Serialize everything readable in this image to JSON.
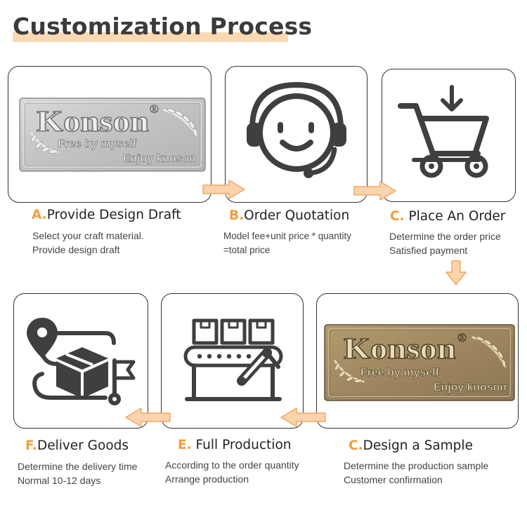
{
  "page": {
    "title": "Customization Process"
  },
  "plates": {
    "brand": "Konson",
    "reg_mark": "®",
    "line1": "Free by myself",
    "line2": "Enjoy knoson"
  },
  "steps": [
    {
      "letter": "A.",
      "title": "Provide Design Draft",
      "desc1": "Select your craft material.",
      "desc2": "Provide design draft",
      "icon": "silver-nameplate-image"
    },
    {
      "letter": "B.",
      "title": "Order Quotation",
      "desc1": "Model fee+unit price * quantity",
      "desc2": "=total price",
      "icon": "headset-smiley-icon"
    },
    {
      "letter": "C.",
      "title": " Place An Order",
      "desc1": "Determine the order price",
      "desc2": "Satisfied payment",
      "icon": "shopping-cart-icon"
    },
    {
      "letter": "C.",
      "title": "Design a Sample",
      "desc1": "Determine the production sample",
      "desc2": "Customer confirmation",
      "icon": "bronze-nameplate-image"
    },
    {
      "letter": "E.",
      "title": " Full Production",
      "desc1": "According to the order quantity",
      "desc2": "Arrange production",
      "icon": "conveyor-factory-icon"
    },
    {
      "letter": "F.",
      "title": "Deliver Goods",
      "desc1": "Determine the delivery time",
      "desc2": "Normal 10-12 days",
      "icon": "delivery-route-icon"
    }
  ],
  "colors": {
    "accent": "#f39c3c",
    "arrow_fill": "#fbd3ac",
    "arrow_stroke": "#f2a765",
    "title_highlight": "#fbd9b4",
    "icon_gray": "#3f3f3f",
    "silver_plate": "#c9c9c9",
    "bronze_plate": "#a08a63"
  }
}
